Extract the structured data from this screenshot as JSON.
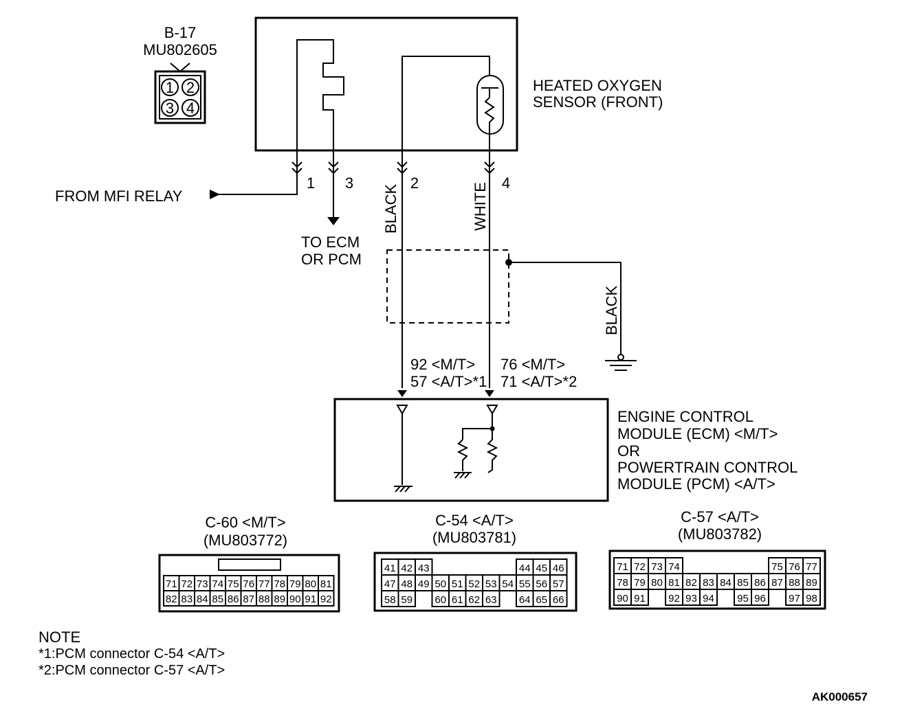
{
  "connector_b17": {
    "id": "B-17",
    "part": "MU802605",
    "pins": [
      "1",
      "2",
      "3",
      "4"
    ]
  },
  "sensor": {
    "line1": "HEATED OXYGEN",
    "line2": "SENSOR (FRONT)"
  },
  "labels": {
    "from_mfi": "FROM MFI RELAY",
    "to_ecm_1": "TO ECM",
    "to_ecm_2": "OR PCM",
    "wire_black": "BLACK",
    "wire_white": "WHITE",
    "ground_black": "BLACK",
    "pin1": "1",
    "pin2": "2",
    "pin3": "3",
    "pin4": "4",
    "mt92": "92 <M/T>",
    "at57": "57 <A/T>*1",
    "mt76": "76 <M/T>",
    "at71": "71 <A/T>*2"
  },
  "module": {
    "line1": "ENGINE CONTROL",
    "line2": "MODULE (ECM) <M/T>",
    "line3": "OR",
    "line4": "POWERTRAIN CONTROL",
    "line5": "MODULE (PCM) <A/T>"
  },
  "connectors": {
    "c60": {
      "title": "C-60 <M/T>",
      "part": "(MU803772)",
      "row1": [
        "71",
        "72",
        "73",
        "74",
        "75",
        "76",
        "77",
        "78",
        "79",
        "80",
        "81"
      ],
      "row2": [
        "82",
        "83",
        "84",
        "85",
        "86",
        "87",
        "88",
        "89",
        "90",
        "91",
        "92"
      ]
    },
    "c54": {
      "title": "C-54 <A/T>",
      "part": "(MU803781)",
      "row1": [
        "41",
        "42",
        "43",
        "",
        "",
        "",
        "",
        "",
        "44",
        "45",
        "46"
      ],
      "row2": [
        "47",
        "48",
        "49",
        "50",
        "51",
        "52",
        "53",
        "54",
        "55",
        "56",
        "57"
      ],
      "row3": [
        "58",
        "59",
        "",
        "60",
        "61",
        "62",
        "63",
        "",
        "64",
        "65",
        "66"
      ]
    },
    "c57": {
      "title": "C-57 <A/T>",
      "part": "(MU803782)",
      "row1": [
        "71",
        "72",
        "73",
        "74",
        "",
        "",
        "",
        "",
        "",
        "75",
        "76",
        "77"
      ],
      "row2": [
        "78",
        "79",
        "80",
        "81",
        "82",
        "83",
        "84",
        "85",
        "86",
        "87",
        "88",
        "89"
      ],
      "row3": [
        "90",
        "91",
        "",
        "92",
        "93",
        "94",
        "",
        "95",
        "96",
        "",
        "97",
        "98"
      ]
    }
  },
  "note": {
    "title": "NOTE",
    "n1": "*1:PCM connector C-54 <A/T>",
    "n2": "*2:PCM connector C-57 <A/T>"
  },
  "code": "AK000657"
}
